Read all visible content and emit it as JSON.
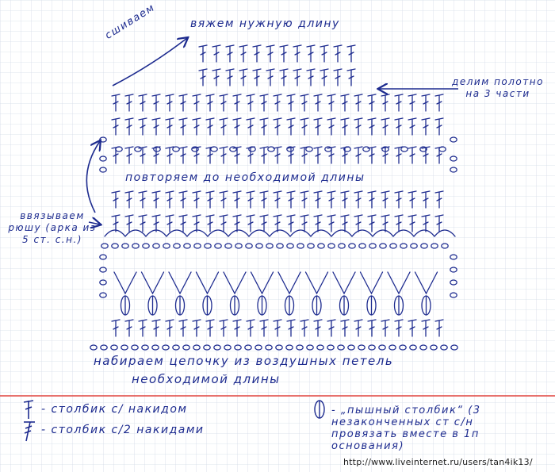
{
  "colors": {
    "ink": "#1d2b8f",
    "ruled_line": "#e0443f",
    "grid": "#cdd6e4"
  },
  "labels": {
    "top_title": "вяжем нужную длину",
    "sew": "сшиваем",
    "divide": "делим полотно на 3 части",
    "repeat": "повторяем до необходимой длины",
    "ruffle": "ввязываем рюшу (арка из 5 ст. с.н.)",
    "chain_line1": "набираем цепочку из воздушных петель",
    "chain_line2": "необходимой длины"
  },
  "legend": {
    "dc1": "- столбик с/ накидом",
    "dc2": "- столбик с/2 накидами",
    "puff": "- „пышный столбик“ (3 незаконченных ст с/н провязать вместе в 1п основания)"
  },
  "watermark": "http://www.liveinternet.ru/users/tan4ik13/",
  "icons": [
    "arrow-icon",
    "dc-one-yarn-icon",
    "dc-two-yarn-icon",
    "puff-stitch-icon"
  ]
}
